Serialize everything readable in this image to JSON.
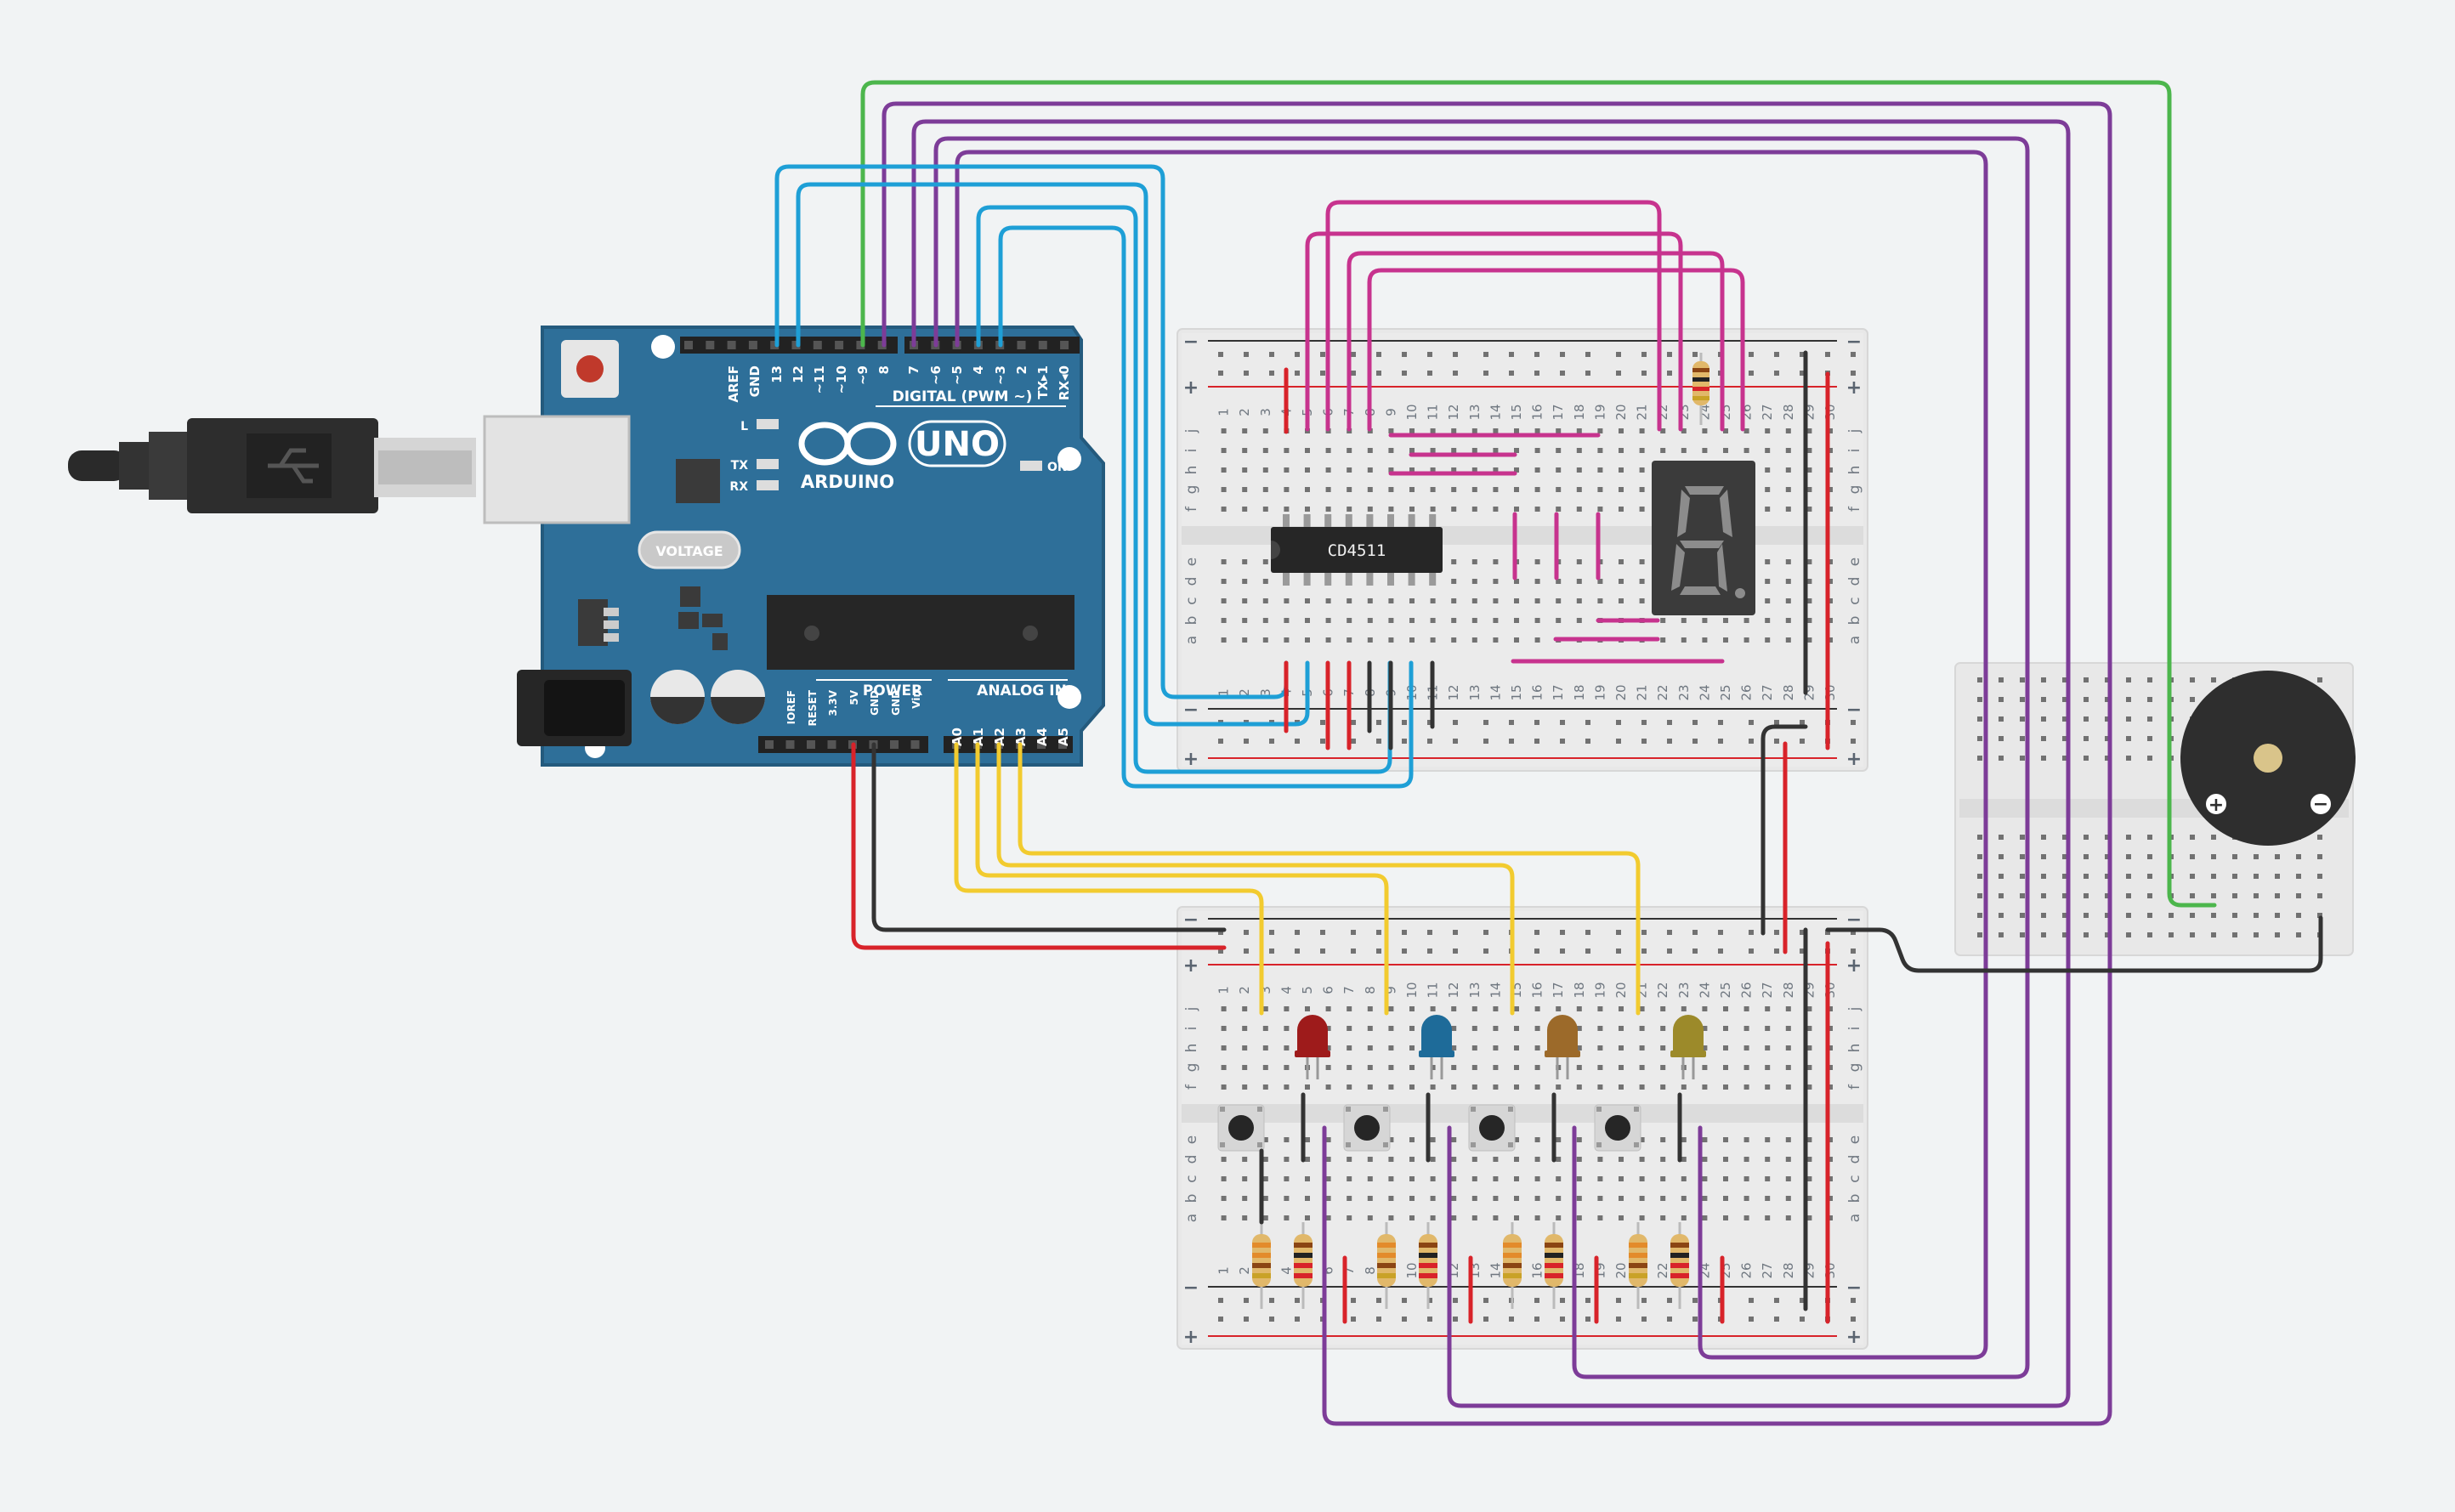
{
  "arduino": {
    "logo_text": "ARDUINO",
    "uno_text": "UNO",
    "digital_label": "DIGITAL (PWM ~)",
    "power_label": "POWER",
    "analog_label": "ANALOG IN",
    "on_label": "ON",
    "l_label": "L",
    "tx_label": "TX",
    "rx_label": "RX",
    "crystal_label": "VOLTAGE",
    "digital_pins": [
      "AREF",
      "GND",
      "13",
      "12",
      "~11",
      "~10",
      "~9",
      "8",
      "7",
      "~6",
      "~5",
      "4",
      "~3",
      "2",
      "TX▸1",
      "RX◂0"
    ],
    "power_pins": [
      "IOREF",
      "RESET",
      "3.3V",
      "5V",
      "GND",
      "GND",
      "Vin"
    ],
    "analog_pins": [
      "A0",
      "A1",
      "A2",
      "A3",
      "A4",
      "A5"
    ]
  },
  "breadboard_top": {
    "chip_label": "CD4511",
    "row_letters": [
      "j",
      "i",
      "h",
      "g",
      "f",
      "e",
      "d",
      "c",
      "b",
      "a"
    ],
    "columns": [
      "1",
      "2",
      "3",
      "4",
      "5",
      "6",
      "7",
      "8",
      "9",
      "10",
      "11",
      "12",
      "13",
      "14",
      "15",
      "16",
      "17",
      "18",
      "19",
      "20",
      "21",
      "22",
      "23",
      "24",
      "25",
      "26",
      "27",
      "28",
      "29",
      "30"
    ]
  },
  "breadboard_bottom": {
    "row_letters": [
      "j",
      "i",
      "h",
      "g",
      "f",
      "e",
      "d",
      "c",
      "b",
      "a"
    ],
    "columns": [
      "1",
      "2",
      "3",
      "4",
      "5",
      "6",
      "7",
      "8",
      "9",
      "10",
      "11",
      "12",
      "13",
      "14",
      "15",
      "16",
      "17",
      "18",
      "19",
      "20",
      "21",
      "22",
      "23",
      "24",
      "25",
      "26",
      "27",
      "28",
      "29",
      "30"
    ]
  },
  "rail_symbols": {
    "minus": "−",
    "plus": "+"
  },
  "buzzer": {
    "plus": "+",
    "minus": "−"
  },
  "colors": {
    "wire_green": "#4cb64c",
    "wire_purple": "#7d3c98",
    "wire_blue": "#1e9fd6",
    "wire_magenta": "#c7338e",
    "wire_yellow": "#f2cb2f",
    "wire_red": "#d8232a",
    "wire_black": "#333333",
    "board_blue": "#2e6f99",
    "led_red": "#9e1b1b",
    "led_blue": "#1e6b99",
    "led_brown": "#9c6a2a",
    "led_olive": "#9c8a2a"
  }
}
